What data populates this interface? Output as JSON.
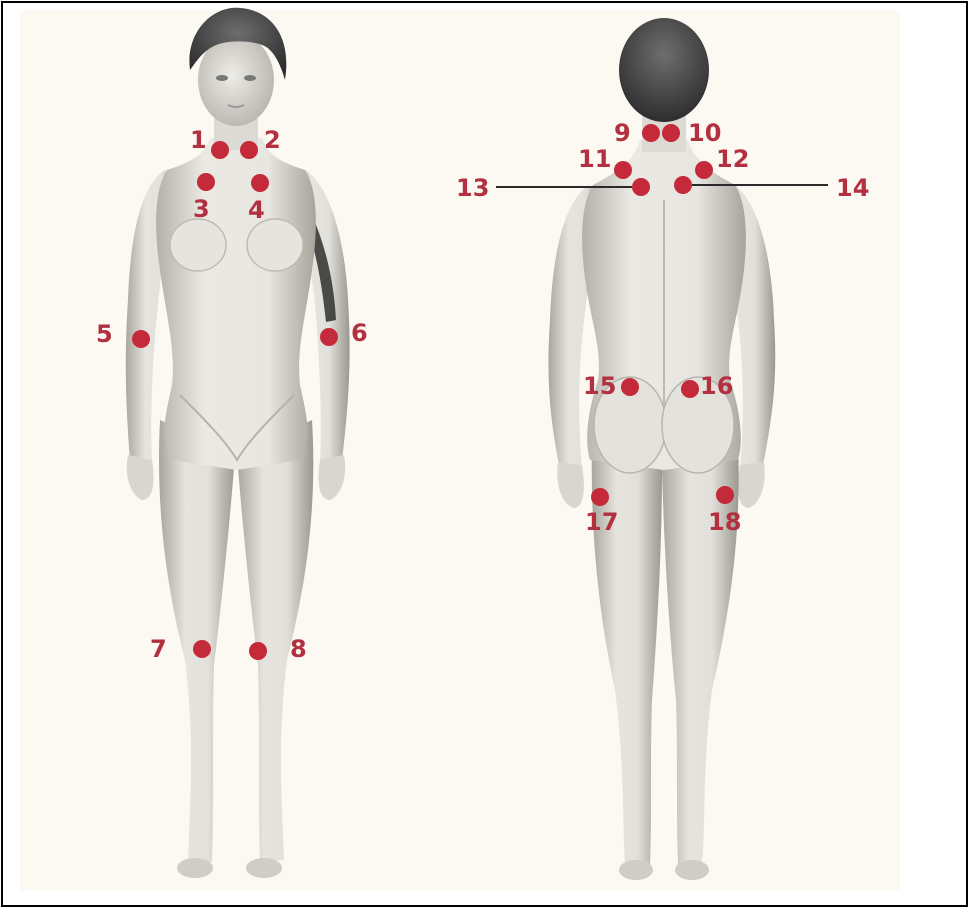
{
  "colors": {
    "marker": "#c42a3a",
    "label": "#b23040",
    "skin_light": "#f1efe9",
    "skin_mid": "#c9c6bf",
    "skin_dark": "#8d8a84",
    "hair": "#3f3f3f",
    "backdrop": "#fbf9f1"
  },
  "points": [
    {
      "id": 1,
      "label": "1"
    },
    {
      "id": 2,
      "label": "2"
    },
    {
      "id": 3,
      "label": "3"
    },
    {
      "id": 4,
      "label": "4"
    },
    {
      "id": 5,
      "label": "5"
    },
    {
      "id": 6,
      "label": "6"
    },
    {
      "id": 7,
      "label": "7"
    },
    {
      "id": 8,
      "label": "8"
    },
    {
      "id": 9,
      "label": "9"
    },
    {
      "id": 10,
      "label": "10"
    },
    {
      "id": 11,
      "label": "11"
    },
    {
      "id": 12,
      "label": "12"
    },
    {
      "id": 13,
      "label": "13"
    },
    {
      "id": 14,
      "label": "14"
    },
    {
      "id": 15,
      "label": "15"
    },
    {
      "id": 16,
      "label": "16"
    },
    {
      "id": 17,
      "label": "17"
    },
    {
      "id": 18,
      "label": "18"
    }
  ]
}
